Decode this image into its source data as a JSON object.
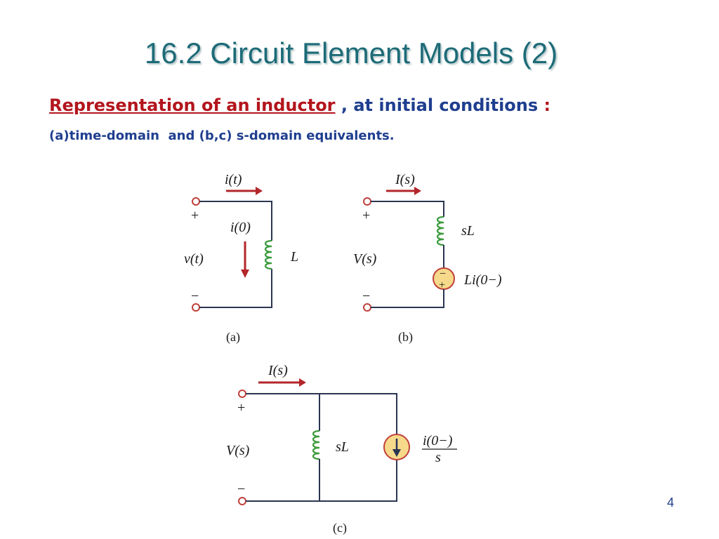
{
  "slide": {
    "title": "16.2 Circuit Element Models (2)",
    "subtitle_red": "Representation of an inductor",
    "subtitle_rest": " , at initial conditions ",
    "subtitle_colon": ":",
    "description": "(a)time-domain  and (b,c) s-domain equivalents.",
    "page_number": "4"
  },
  "colors": {
    "title": "#1d6b78",
    "accent_red": "#b3151d",
    "text_blue": "#1f3e8f",
    "coil_green": "#3a9a3a",
    "source_fill": "#f6d98a"
  },
  "circuit_a": {
    "current_label": "i(t)",
    "plus": "+",
    "minus": "−",
    "initial_current_label": "i(0)",
    "voltage_label": "v(t)",
    "inductor_label": "L",
    "caption": "(a)"
  },
  "circuit_b": {
    "current_label": "I(s)",
    "plus": "+",
    "minus": "−",
    "voltage_label": "V(s)",
    "impedance_label": "sL",
    "source_label": "Li(0−)",
    "source_minus": "−",
    "source_plus": "+",
    "caption": "(b)"
  },
  "circuit_c": {
    "current_label": "I(s)",
    "plus": "+",
    "minus": "−",
    "voltage_label": "V(s)",
    "impedance_label": "sL",
    "source_numerator": "i(0−)",
    "source_denominator": "s",
    "caption": "(c)"
  }
}
